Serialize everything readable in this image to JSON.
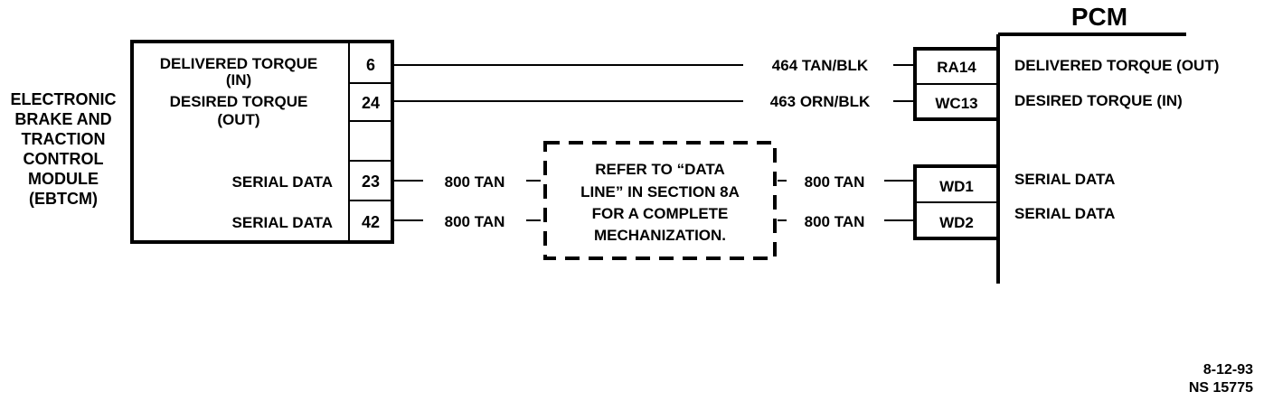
{
  "ebtcm": {
    "label_lines": [
      "ELECTRONIC",
      "BRAKE AND",
      "TRACTION",
      "CONTROL",
      "MODULE",
      "(EBTCM)"
    ],
    "pins": [
      {
        "label_lines": [
          "DELIVERED TORQUE",
          "(IN)"
        ],
        "pin": "6"
      },
      {
        "label_lines": [
          "DESIRED  TORQUE",
          "(OUT)"
        ],
        "pin": "24"
      },
      {
        "label_lines": [
          "SERIAL DATA"
        ],
        "pin": "23"
      },
      {
        "label_lines": [
          "SERIAL DATA"
        ],
        "pin": "42"
      }
    ]
  },
  "wires": [
    {
      "label": "464 TAN/BLK"
    },
    {
      "label": "463 ORN/BLK"
    },
    {
      "left_label": "800 TAN",
      "right_label": "800 TAN"
    },
    {
      "left_label": "800 TAN",
      "right_label": "800 TAN"
    }
  ],
  "reference_box": {
    "lines": [
      "REFER TO “DATA",
      "LINE” IN SECTION 8A",
      "FOR A COMPLETE",
      "MECHANIZATION."
    ]
  },
  "pcm": {
    "title": "PCM",
    "pins": [
      {
        "pin": "RA14",
        "label": "DELIVERED TORQUE  (OUT)"
      },
      {
        "pin": "WC13",
        "label": "DESIRED TORQUE (IN)"
      },
      {
        "pin": "WD1",
        "label": "SERIAL DATA"
      },
      {
        "pin": "WD2",
        "label": "SERIAL DATA"
      }
    ]
  },
  "footer": {
    "date": "8-12-93",
    "code": "NS 15775"
  }
}
